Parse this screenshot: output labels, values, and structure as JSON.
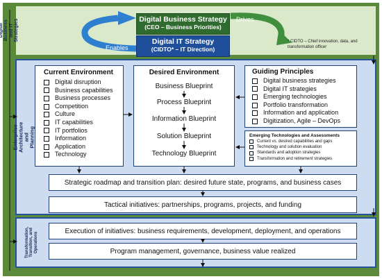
{
  "top": {
    "section_label": "Digital\nBusiness\nand IT\nStrategies",
    "dbs_title": "Digital Business Strategy",
    "dbs_sub": "(CEO – Business Priorities)",
    "dits_title": "Digital IT Strategy",
    "dits_sub": "(CIDTO* – IT Direction)",
    "drives": "Drives",
    "enables": "Enables",
    "footnote": "* CIDTO – Chief innovation, data, and transformation officer"
  },
  "middle": {
    "section_label": "Enterprise Architecture and Planning",
    "current_env": {
      "title": "Current Environment",
      "items": [
        "Digital disruption",
        "Business capabilities",
        "Business processes",
        "Competition",
        "Culture",
        "IT capabilities",
        "IT portfolios",
        "Information",
        "Application",
        "Technology"
      ]
    },
    "desired_env": {
      "title": "Desired Environment",
      "blueprints": [
        "Business Blueprint",
        "Process Blueprint",
        "Information Blueprint",
        "Solution Blueprint",
        "Technology Blueprint"
      ]
    },
    "guiding": {
      "title": "Guiding Principles",
      "items": [
        "Digital business strategies",
        "Digital IT strategies",
        "Emerging technologies",
        "Portfolio transformation",
        "Information and application",
        "Digitization, Agile – DevOps"
      ]
    },
    "emerging": {
      "title": "Emerging Technologies and Assessments",
      "items": [
        "Current vs. desired capabilities and gaps",
        "Technology and solution evaluation",
        "Standards and adoption strategies",
        "Transformation and retirement strategies"
      ]
    },
    "roadmap": "Strategic roadmap and transition plan: desired future state, programs, and business cases",
    "tactical": "Tactical initiatives: partnerships, programs, projects, and funding"
  },
  "bottom": {
    "section_label": "Transformation,\nTransition, and\nOperations",
    "execution": "Execution of initiatives: business requirements, development, deployment, and operations",
    "program": "Program management, governance, business value realized"
  }
}
